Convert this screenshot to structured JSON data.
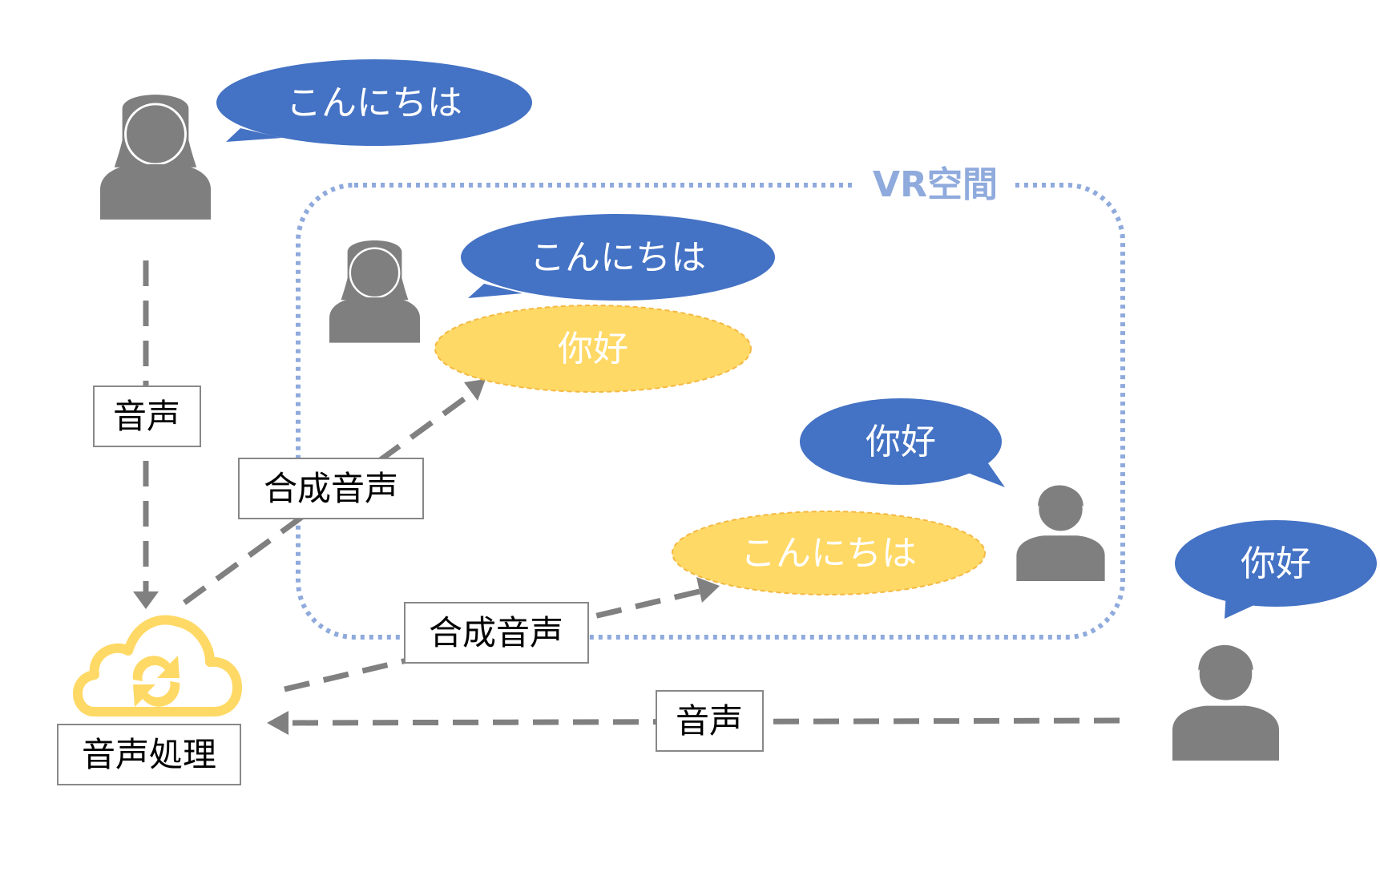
{
  "vr_space": {
    "label": "VR空間"
  },
  "speakers": {
    "japanese_user": {
      "speech": "こんにちは"
    },
    "japanese_avatar": {
      "speech": "こんにちは",
      "translated": "你好"
    },
    "chinese_avatar": {
      "speech": "你好",
      "translated": "こんにちは"
    },
    "chinese_user": {
      "speech": "你好"
    }
  },
  "labels": {
    "audio_left": "音声",
    "synth_upper": "合成音声",
    "synth_lower": "合成音声",
    "audio_bottom": "音声",
    "processing": "音声処理"
  },
  "colors": {
    "speech_bubble": "#4472c4",
    "translated_bubble": "#ffd966",
    "person": "#7f7f7f",
    "cloud": "#ffd966",
    "vr_border": "#8faadc",
    "arrow": "#808080"
  }
}
